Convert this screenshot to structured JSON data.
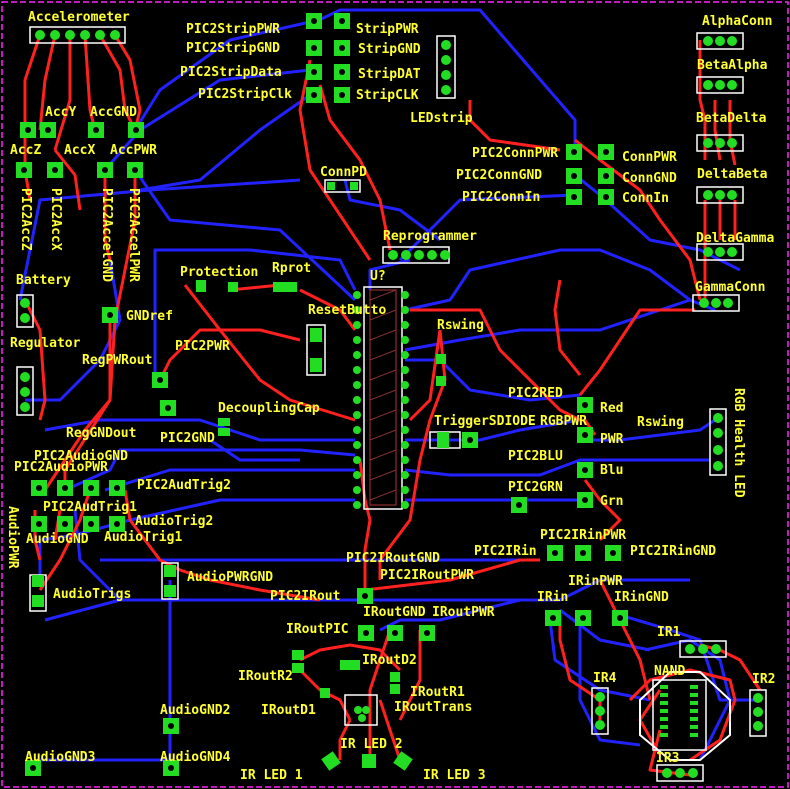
{
  "colors": {
    "background": "#000000",
    "trace_top": "#ff2020",
    "trace_bottom": "#2222ff",
    "pad": "#22dd22",
    "silkscreen": "#ffffff",
    "label": "#ffff33",
    "board_edge": "#ff22ff"
  },
  "labels": {
    "accelerometer": "Accelerometer",
    "accy": "AccY",
    "accgnd": "AccGND",
    "accz": "AccZ",
    "accx": "AccX",
    "accpwr": "AccPWR",
    "pic2accz": "PIC2AccZ",
    "pic2accx": "PIC2AccX",
    "pic2accelgnd": "PIC2AccelGND",
    "pic2accelpwr": "PIC2AccelPWR",
    "battery": "Battery",
    "regulator": "Regulator",
    "gndref": "GNDref",
    "regpwrout": "RegPWRout",
    "pic2pwr": "PIC2PWR",
    "reggndout": "RegGNDout",
    "pic2gnd": "PIC2GND",
    "decouplingcap": "DecouplingCap",
    "protection": "Protection",
    "rprot": "Rprot",
    "resetbutton": "ResetButto",
    "u": "U?",
    "rswing": "Rswing",
    "pic2strippwr": "PIC2StripPWR",
    "pic2stripgnd": "PIC2StripGND",
    "pic2stripdata": "PIC2StripData",
    "pic2stripclk": "PIC2StripClk",
    "strippwr": "StripPWR",
    "stripgnd": "StripGND",
    "stripdat": "StripDAT",
    "stripclk": "StripCLK",
    "ledstrip": "LEDstrip",
    "connpd": "ConnPD",
    "reprogrammer": "Reprogrammer",
    "pic2connpwr": "PIC2ConnPWR",
    "pic2conngnd": "PIC2ConnGND",
    "pic2connin": "PIC2ConnIn",
    "connpwr": "ConnPWR",
    "conngnd": "ConnGND",
    "connin": "ConnIn",
    "alphaconn": "AlphaConn",
    "betaalpha": "BetaAlpha",
    "betadelta": "BetaDelta",
    "deltabeta": "DeltaBeta",
    "deltagamma": "DeltaGamma",
    "gammaconn": "GammaConn",
    "pic2red": "PIC2RED",
    "triggersdiode": "TriggerSDIODE",
    "rgbpwr": "RGBPWR",
    "red": "Red",
    "pwr": "PWR",
    "blu": "Blu",
    "grn": "Grn",
    "rswing2": "Rswing",
    "pic2blu": "PIC2BLU",
    "pic2grn": "PIC2GRN",
    "rgbhealthled": "RGB Health LED",
    "pic2audiognd": "PIC2AudioGND",
    "pic2audiopwr": "PIC2AudioPWR",
    "pic2audtrig2": "PIC2AudTrig2",
    "pic2audtrig1": "PIC2AudTrig1",
    "audiotrig2": "AudioTrig2",
    "audiognd": "AudioGND",
    "audiotrig1": "AudioTrig1",
    "audiopwr": "AudioPWR",
    "audiotrigs": "AudioTrigs",
    "audiopwrgnd": "AudioPWRGND",
    "pic2iroutgnd": "PIC2IRoutGND",
    "pic2iroutpwr": "PIC2IRoutPWR",
    "pic2irout": "PIC2IRout",
    "pic2irin": "PIC2IRin",
    "pic2irinpwr": "PIC2IRinPWR",
    "pic2iringnd": "PIC2IRinGND",
    "irinpwr": "IRinPWR",
    "irin": "IRin",
    "iringnd": "IRinGND",
    "iroutgnd": "IRoutGND",
    "iroutpwr": "IRoutPWR",
    "iroutpic": "IRoutPIC",
    "iroutr2": "IRoutR2",
    "iroutd2": "IRoutD2",
    "iroutr1": "IRoutR1",
    "iroutd1": "IRoutD1",
    "irouttrans": "IRoutTrans",
    "audiognd2": "AudioGND2",
    "audiognd3": "AudioGND3",
    "audiognd4": "AudioGND4",
    "irled1": "IR LED 1",
    "irled2": "IR LED 2",
    "irled3": "IR LED 3",
    "ir1": "IR1",
    "ir2": "IR2",
    "ir3": "IR3",
    "ir4": "IR4",
    "nand": "NAND"
  }
}
